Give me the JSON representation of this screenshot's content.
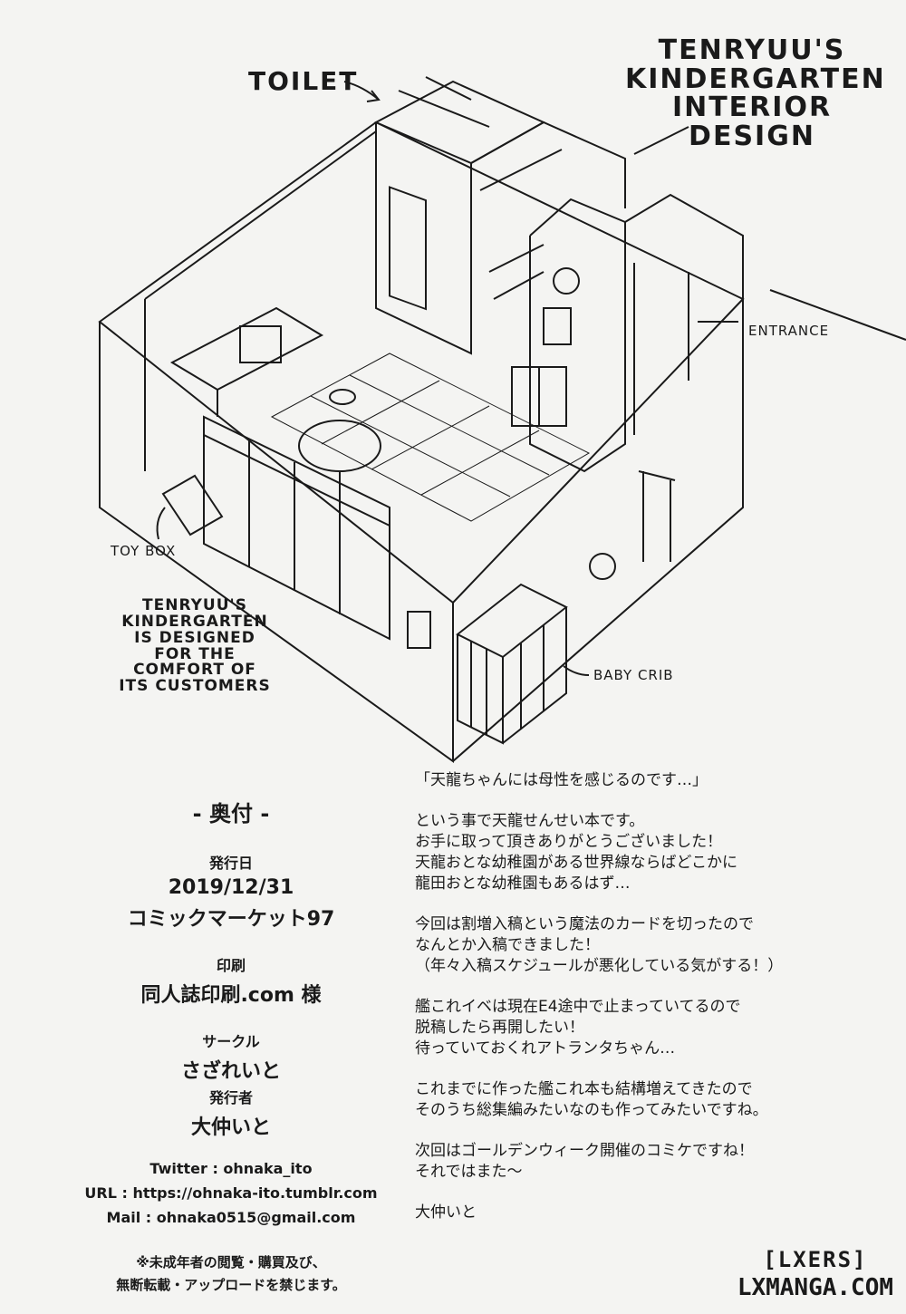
{
  "illustration": {
    "title": [
      "TENRYUU'S",
      "KINDERGARTEN",
      "INTERIOR",
      "DESIGN"
    ],
    "labels": {
      "toilet": "TOILET",
      "entrance": "ENTRANCE",
      "toy_box": "TOY BOX",
      "baby_crib": "BABY CRIB"
    },
    "caption": [
      "TENRYUU'S",
      "KINDERGARTEN",
      "IS DESIGNED",
      "FOR THE",
      "COMFORT OF",
      "ITS CUSTOMERS"
    ]
  },
  "colophon": {
    "heading": "- 奥付 -",
    "issue_date_label": "発行日",
    "issue_date": "2019/12/31",
    "event": "コミックマーケット97",
    "print_label": "印刷",
    "printer": "同人誌印刷.com 様",
    "circle_label": "サークル",
    "circle": "さざれいと",
    "publisher_label": "発行者",
    "publisher": "大仲いと",
    "twitter": "Twitter : ohnaka_ito",
    "url": "URL : https://ohnaka-ito.tumblr.com",
    "mail": "Mail : ohnaka0515@gmail.com",
    "notice_1": "※未成年者の閲覧・購買及び、",
    "notice_2": "無断転載・アップロードを禁じます。"
  },
  "afterword": {
    "p1": [
      "「天龍ちゃんには母性を感じるのです…」"
    ],
    "p2": [
      "という事で天龍せんせい本です。",
      "お手に取って頂きありがとうございました！",
      "天龍おとな幼稚園がある世界線ならばどこかに",
      "龍田おとな幼稚園もあるはず…"
    ],
    "p3": [
      "今回は割増入稿という魔法のカードを切ったので",
      "なんとか入稿できました！",
      "（年々入稿スケジュールが悪化している気がする！）"
    ],
    "p4": [
      "艦これイベは現在E4途中で止まっていてるので",
      "脱稿したら再開したい！",
      "待っていておくれアトランタちゃん…"
    ],
    "p5": [
      "これまでに作った艦これ本も結構増えてきたので",
      "そのうち総集編みたいなのも作ってみたいですね。"
    ],
    "p6": [
      "次回はゴールデンウィーク開催のコミケですね！",
      "それではまた〜"
    ],
    "p7": [
      "大仲いと"
    ]
  },
  "watermark": {
    "line1": "[LXERS]",
    "line2": "LXMANGA.COM"
  }
}
